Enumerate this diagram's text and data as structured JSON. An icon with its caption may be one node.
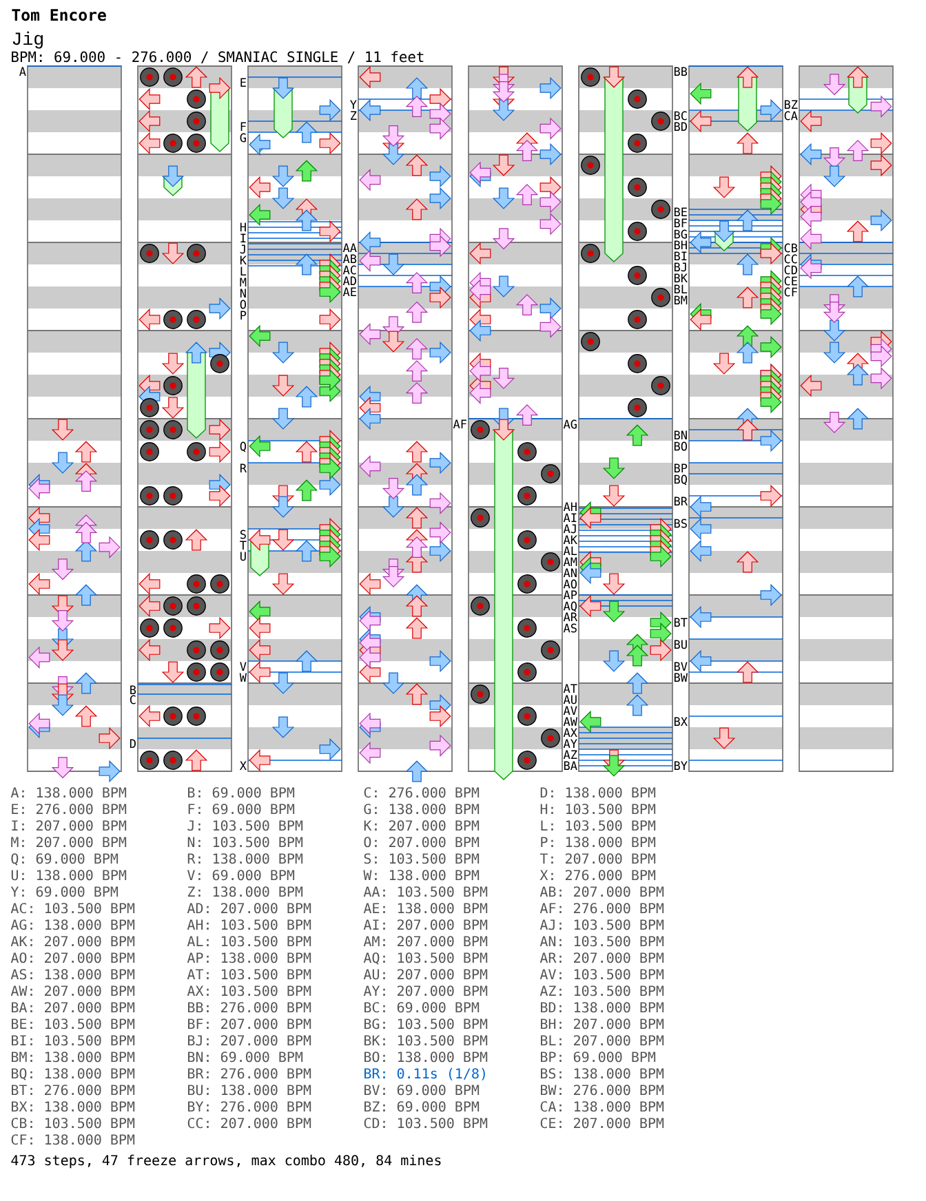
{
  "diagram": {
    "title": "Tom Encore",
    "labels": [
      "Jig",
      "BPM: 69.000 - 276.000 / SMANIAC SINGLE / 11 feet",
      "A",
      "B",
      "C",
      "D",
      "E",
      "F",
      "G",
      "H",
      "I",
      "J",
      "K",
      "L",
      "M",
      "N",
      "O",
      "P",
      "Q",
      "R",
      "S",
      "T",
      "U",
      "V",
      "W",
      "X",
      "Y",
      "Z",
      "AA",
      "AB",
      "AC",
      "AD",
      "AE",
      "AF",
      "AG",
      "AH",
      "AI",
      "AJ",
      "AK",
      "AL",
      "AM",
      "AN",
      "AO",
      "AP",
      "AQ",
      "AR",
      "AS",
      "AT",
      "AU",
      "AV",
      "AW",
      "AX",
      "AY",
      "AZ",
      "BA",
      "BB",
      "BC",
      "BD",
      "BE",
      "BF",
      "BG",
      "BH",
      "BI",
      "BJ",
      "BK",
      "BL",
      "BM",
      "BN",
      "BO",
      "BP",
      "BQ",
      "BR",
      "BS",
      "BT",
      "BU",
      "BV",
      "BW",
      "BX",
      "BY",
      "BZ",
      "CA",
      "CB",
      "CC",
      "CD",
      "CE",
      "CF",
      "A: 138.000 BPM",
      "B: 69.000 BPM",
      "C: 276.000 BPM",
      "D: 138.000 BPM",
      "E: 276.000 BPM",
      "F: 69.000 BPM",
      "G: 138.000 BPM",
      "H: 103.500 BPM",
      "I: 207.000 BPM",
      "J: 103.500 BPM",
      "K: 207.000 BPM",
      "L: 103.500 BPM",
      "M: 207.000 BPM",
      "N: 103.500 BPM",
      "O: 207.000 BPM",
      "P: 138.000 BPM",
      "Q: 69.000 BPM",
      "R: 138.000 BPM",
      "S: 103.500 BPM",
      "T: 207.000 BPM",
      "U: 138.000 BPM",
      "V: 69.000 BPM",
      "W: 138.000 BPM",
      "X: 276.000 BPM",
      "Y: 69.000 BPM",
      "Z: 138.000 BPM",
      "AA: 103.500 BPM",
      "AB: 207.000 BPM",
      "AC: 103.500 BPM",
      "AD: 207.000 BPM",
      "AE: 138.000 BPM",
      "AF: 276.000 BPM",
      "AG: 138.000 BPM",
      "AH: 103.500 BPM",
      "AI: 207.000 BPM",
      "AJ: 103.500 BPM",
      "AK: 207.000 BPM",
      "AL: 103.500 BPM",
      "AM: 207.000 BPM",
      "AN: 103.500 BPM",
      "AO: 207.000 BPM",
      "AP: 138.000 BPM",
      "AQ: 103.500 BPM",
      "AR: 207.000 BPM",
      "AS: 138.000 BPM",
      "AT: 103.500 BPM",
      "AU: 207.000 BPM",
      "AV: 103.500 BPM",
      "AW: 207.000 BPM",
      "AX: 103.500 BPM",
      "AY: 207.000 BPM",
      "AZ: 103.500 BPM",
      "BA: 207.000 BPM",
      "BB: 276.000 BPM",
      "BC: 69.000 BPM",
      "BD: 138.000 BPM",
      "BE: 103.500 BPM",
      "BF: 207.000 BPM",
      "BG: 103.500 BPM",
      "BH: 207.000 BPM",
      "BI: 103.500 BPM",
      "BJ: 207.000 BPM",
      "BK: 103.500 BPM",
      "BL: 207.000 BPM",
      "BM: 138.000 BPM",
      "BN: 69.000 BPM",
      "BO: 138.000 BPM",
      "BP: 69.000 BPM",
      "BQ: 138.000 BPM",
      "BR: 276.000 BPM",
      "BR: 0.11s (1/8)",
      "BS: 138.000 BPM",
      "BT: 276.000 BPM",
      "BU: 138.000 BPM",
      "BV: 69.000 BPM",
      "BW: 276.000 BPM",
      "BX: 138.000 BPM",
      "BY: 276.000 BPM",
      "BZ: 69.000 BPM",
      "CA: 138.000 BPM",
      "CB: 103.500 BPM",
      "CC: 207.000 BPM",
      "CD: 103.500 BPM",
      "CE: 207.000 BPM",
      "CF: 138.000 BPM"
    ],
    "caption": "473 steps, 47 freeze arrows, max combo 480, 84 mines"
  }
}
